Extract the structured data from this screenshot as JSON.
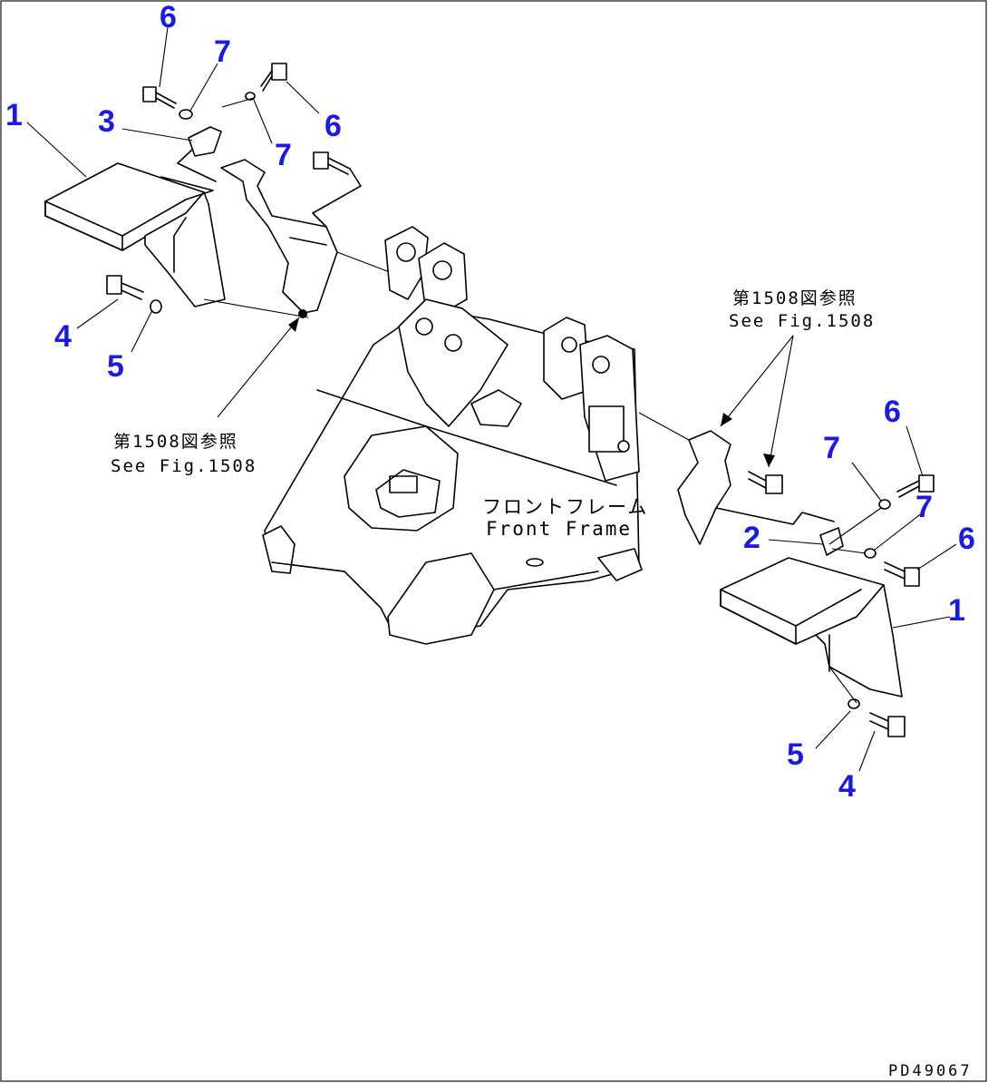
{
  "callouts": {
    "top_left": {
      "n6a": "6",
      "n7a": "7",
      "n1": "1",
      "n3": "3",
      "n7b": "7",
      "n6b": "6",
      "n4": "4",
      "n5": "5"
    },
    "right": {
      "n6a": "6",
      "n7a": "7",
      "n7b": "7",
      "n2": "2",
      "n6b": "6",
      "n1": "1",
      "n5": "5",
      "n4": "4"
    }
  },
  "notes": {
    "left_ref_jp": "第1508図参照",
    "left_ref_en": "See Fig.1508",
    "right_ref_jp": "第1508図参照",
    "right_ref_en": "See Fig.1508"
  },
  "frame_label": {
    "jp": "フロントフレーム",
    "en": "Front Frame"
  },
  "drawing_code": "PD49067",
  "colors": {
    "callout": "#1a1ae6",
    "line": "#000000",
    "background": "#ffffff"
  }
}
